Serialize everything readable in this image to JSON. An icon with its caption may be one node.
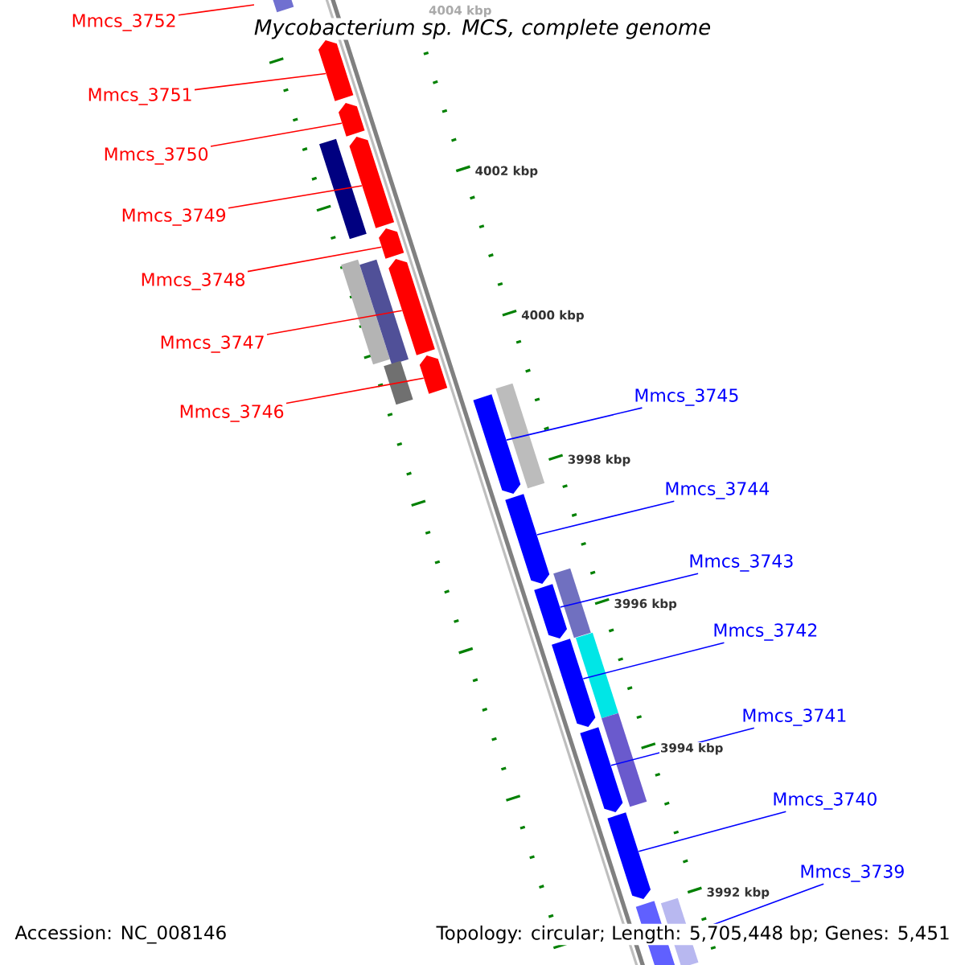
{
  "diagram": {
    "title": "Mycobacterium sp. MCS, complete genome",
    "nodes": [
      {
        "text": [
          "Mmcs_3752"
        ]
      },
      {
        "text": [
          "Mmcs_3751"
        ]
      },
      {
        "text": [
          "Mmcs_3750"
        ]
      },
      {
        "text": [
          "Mmcs_3749"
        ]
      },
      {
        "text": [
          "Mmcs_3748"
        ]
      },
      {
        "text": [
          "Mmcs_3747"
        ]
      },
      {
        "text": [
          "Mmcs_3746"
        ]
      },
      {
        "text": [],
        "shape": "arrow"
      },
      {
        "text": [],
        "shape": "arrow"
      },
      {
        "text": [],
        "shape": "arrow"
      },
      {
        "text": [],
        "shape": "arrow"
      },
      {
        "text": [],
        "shape": "arrow"
      },
      {
        "text": [],
        "shape": "arrow"
      },
      {
        "text": [],
        "shape": "arrow"
      },
      {
        "text": [],
        "shape": "arrow"
      },
      {
        "text": [],
        "shape": "arrow"
      },
      {
        "text": [],
        "shape": "arrow"
      },
      {
        "text": [],
        "shape": "arrow"
      },
      {
        "text": [],
        "shape": "arrow"
      },
      {
        "text": [],
        "shape": "arrow"
      },
      {
        "text": [
          "Mmcs_3745"
        ]
      },
      {
        "text": [
          "Mmcs_3744"
        ]
      },
      {
        "text": [
          "Mmcs_3743"
        ]
      },
      {
        "text": [
          "Mmcs_3742"
        ]
      },
      {
        "text": [
          "Mmcs_3741"
        ]
      },
      {
        "text": [
          "Mmcs_3740"
        ]
      },
      {
        "text": [
          "Mmcs_3739"
        ]
      }
    ],
    "edges": [
      {
        "from": 0,
        "to": null,
        "arrow": "none",
        "color": "#ff0000"
      },
      {
        "from": 1,
        "to": 7,
        "arrow": "none",
        "color": "#ff0000"
      },
      {
        "from": 2,
        "to": 8,
        "arrow": "none",
        "color": "#ff0000"
      },
      {
        "from": 3,
        "to": 9,
        "arrow": "none",
        "color": "#ff0000"
      },
      {
        "from": 4,
        "to": 10,
        "arrow": "none",
        "color": "#ff0000"
      },
      {
        "from": 5,
        "to": 11,
        "arrow": "none",
        "color": "#ff0000"
      },
      {
        "from": 6,
        "to": 12,
        "arrow": "none",
        "color": "#ff0000"
      },
      {
        "from": 20,
        "to": 13,
        "arrow": "none",
        "color": "#0000ff"
      },
      {
        "from": 21,
        "to": 14,
        "arrow": "none",
        "color": "#0000ff"
      },
      {
        "from": 22,
        "to": 15,
        "arrow": "none",
        "color": "#0000ff"
      },
      {
        "from": 23,
        "to": 16,
        "arrow": "none",
        "color": "#0000ff"
      },
      {
        "from": 24,
        "to": 17,
        "arrow": "none",
        "color": "#0000ff"
      },
      {
        "from": 25,
        "to": 18,
        "arrow": "none",
        "color": "#0000ff"
      },
      {
        "from": 26,
        "to": 19,
        "arrow": "none",
        "color": "#0000ff"
      }
    ],
    "labels": [
      "4004 kbp",
      "4002 kbp",
      "4000 kbp",
      "3998 kbp",
      "3996 kbp",
      "3994 kbp",
      "3992 kbp",
      "Accession: NC_008146",
      "Topology: circular; Length: 5,705,448 bp; Genes: 5,451"
    ]
  }
}
